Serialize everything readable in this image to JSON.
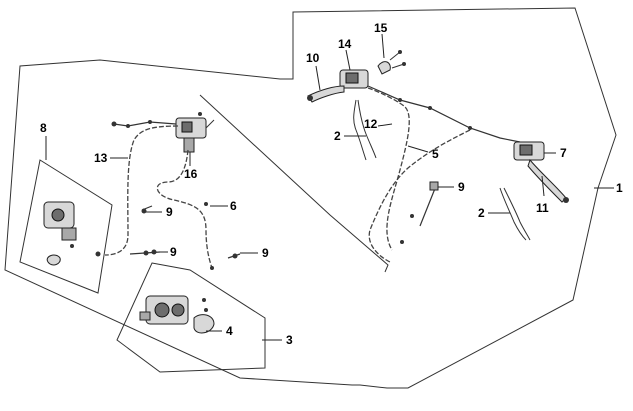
{
  "diagram": {
    "callouts": {
      "n1": "1",
      "n2a": "2",
      "n2b": "2",
      "n3": "3",
      "n4": "4",
      "n5": "5",
      "n6": "6",
      "n7": "7",
      "n8": "8",
      "n9a": "9",
      "n9b": "9",
      "n9c": "9",
      "n9d": "9",
      "n10": "10",
      "n11": "11",
      "n12": "12",
      "n13": "13",
      "n14": "14",
      "n15": "15",
      "n16": "16"
    }
  }
}
